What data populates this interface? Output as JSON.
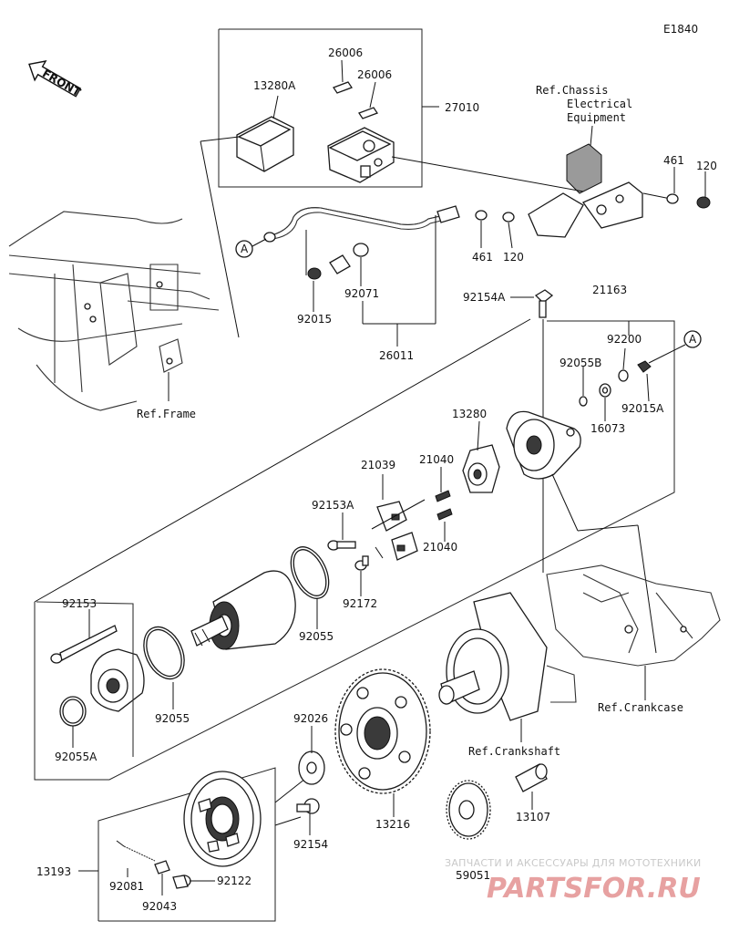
{
  "diagram": {
    "code": "E1840",
    "front_label": "FRONT",
    "parts": [
      {
        "key": "p26006a",
        "label": "26006"
      },
      {
        "key": "p26006b",
        "label": "26006"
      },
      {
        "key": "p13280A",
        "label": "13280A"
      },
      {
        "key": "p27010",
        "label": "27010"
      },
      {
        "key": "p461a",
        "label": "461"
      },
      {
        "key": "p120a",
        "label": "120"
      },
      {
        "key": "p461b",
        "label": "461"
      },
      {
        "key": "p120b",
        "label": "120"
      },
      {
        "key": "p92015",
        "label": "92015"
      },
      {
        "key": "p92071",
        "label": "92071"
      },
      {
        "key": "p26011",
        "label": "26011"
      },
      {
        "key": "p92154A",
        "label": "92154A"
      },
      {
        "key": "p21163",
        "label": "21163"
      },
      {
        "key": "p92200",
        "label": "92200"
      },
      {
        "key": "p92055B",
        "label": "92055B"
      },
      {
        "key": "p92015A",
        "label": "92015A"
      },
      {
        "key": "p16073",
        "label": "16073"
      },
      {
        "key": "p13280",
        "label": "13280"
      },
      {
        "key": "p21039",
        "label": "21039"
      },
      {
        "key": "p21040a",
        "label": "21040"
      },
      {
        "key": "p21040b",
        "label": "21040"
      },
      {
        "key": "p92153A",
        "label": "92153A"
      },
      {
        "key": "p92172",
        "label": "92172"
      },
      {
        "key": "p92055a",
        "label": "92055"
      },
      {
        "key": "p92153",
        "label": "92153"
      },
      {
        "key": "p92055b",
        "label": "92055"
      },
      {
        "key": "p92055A",
        "label": "92055A"
      },
      {
        "key": "p92026",
        "label": "92026"
      },
      {
        "key": "p92154",
        "label": "92154"
      },
      {
        "key": "p13216",
        "label": "13216"
      },
      {
        "key": "p59051",
        "label": "59051"
      },
      {
        "key": "p13107",
        "label": "13107"
      },
      {
        "key": "p13193",
        "label": "13193"
      },
      {
        "key": "p92081",
        "label": "92081"
      },
      {
        "key": "p92122",
        "label": "92122"
      },
      {
        "key": "p92043",
        "label": "92043"
      }
    ],
    "references": {
      "chassis_line1": "Ref.Chassis",
      "chassis_line2": "Electrical",
      "chassis_line3": "Equipment",
      "frame": "Ref.Frame",
      "crankcase": "Ref.Crankcase",
      "crankshaft": "Ref.Crankshaft"
    },
    "connector_marker": "A",
    "watermark": {
      "tagline": "ЗАПЧАСТИ И АКСЕССУАРЫ ДЛЯ МОТОТЕХНИКИ",
      "brand": "PARTSFOR.RU"
    }
  }
}
